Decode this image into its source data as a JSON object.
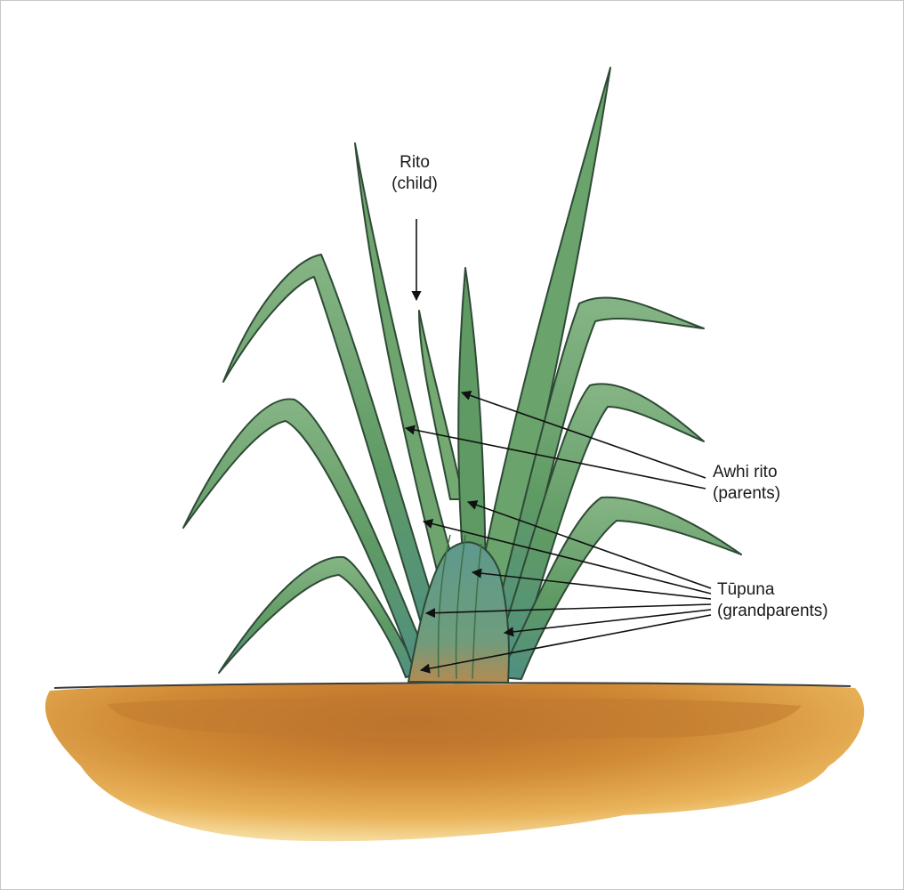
{
  "labels": {
    "rito": {
      "name": "Rito",
      "meaning": "(child)"
    },
    "awhi_rito": {
      "name": "Awhi rito",
      "meaning": "(parents)"
    },
    "tupuna": {
      "name": "Tūpuna",
      "meaning": "(grandparents)"
    }
  },
  "colors": {
    "leaf_light": "#79ad79",
    "leaf_mid": "#5f9a64",
    "leaf_dark": "#3f7048",
    "leaf_edge": "#2e4a36",
    "base_teal": "#5e9a8e",
    "soil_dark": "#b86a28",
    "soil_mid": "#d99a3e",
    "soil_light": "#f1cc7e",
    "arrow": "#111111"
  }
}
